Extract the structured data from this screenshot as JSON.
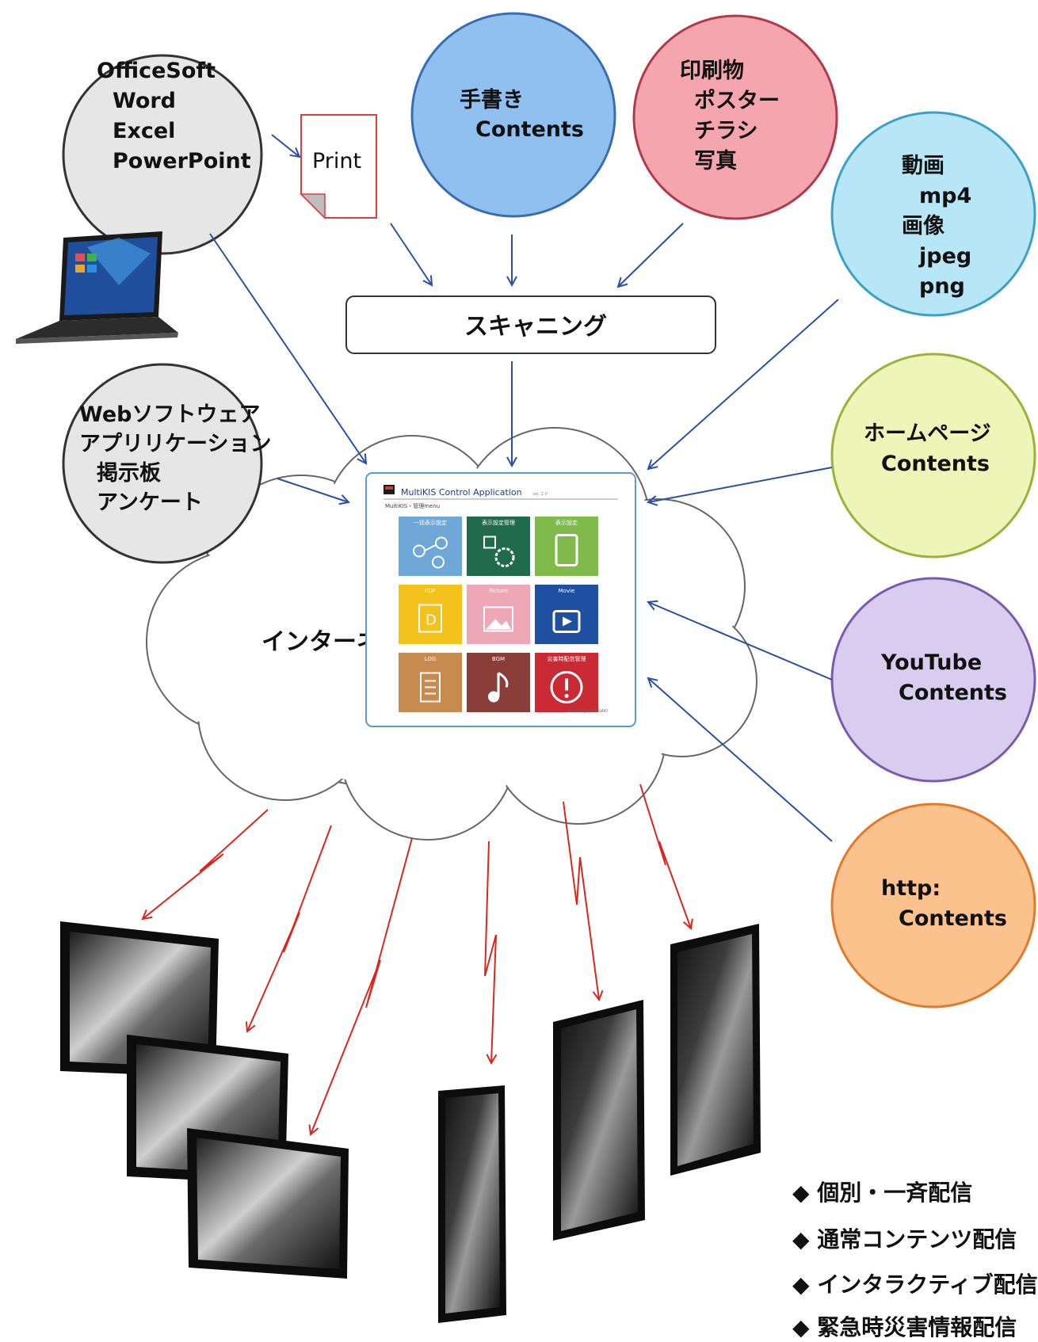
{
  "sources": {
    "office": {
      "lines": [
        "OfficeSoft",
        "Word",
        "Excel",
        "PowerPoint"
      ],
      "color": "#e6e6e6"
    },
    "handwriting": {
      "lines": [
        "手書き",
        "Contents"
      ],
      "color": "#8fc0ef"
    },
    "print_media": {
      "lines": [
        "印刷物",
        "ポスター",
        "チラシ",
        "写真"
      ],
      "color": "#f4a5ad"
    },
    "video_image": {
      "lines": [
        "動画",
        "mp4",
        "画像",
        "jpeg",
        "png"
      ],
      "color": "#b7e6f6"
    },
    "web_apps": {
      "lines": [
        "Webソフトウェア",
        "アプリリケーション",
        "掲示板",
        "アンケート"
      ],
      "color": "#e6e6e6"
    },
    "homepage": {
      "lines": [
        "ホームページ",
        "Contents"
      ],
      "color": "#edf5b9"
    },
    "youtube": {
      "lines": [
        "YouTube",
        "Contents"
      ],
      "color": "#d8ccef"
    },
    "http": {
      "lines": [
        "http:",
        "Contents"
      ],
      "color": "#fbc28d"
    }
  },
  "print_doc_label": "Print",
  "scanning_label": "スキャニング",
  "internet_label": "インターネット",
  "app_window": {
    "title": "MultiKIS  Control  Application",
    "version": "ver. 2.0",
    "menu_label": "MultiKIS・管理menu",
    "tiles": [
      {
        "label": "一括表示設定",
        "color": "#6fa7d8",
        "icon": "network-icon"
      },
      {
        "label": "表示設定管理",
        "color": "#1f6b4c",
        "icon": "settings-check-icon"
      },
      {
        "label": "表示設定",
        "color": "#7fba4a",
        "icon": "tablet-icon"
      },
      {
        "label": "PDF",
        "color": "#f4c21c",
        "icon": "document-icon"
      },
      {
        "label": "Picture",
        "color": "#eda7b6",
        "icon": "picture-icon"
      },
      {
        "label": "Movie",
        "color": "#1f4fa0",
        "icon": "tv-icon"
      },
      {
        "label": "LOG",
        "color": "#c78a4f",
        "icon": "log-icon"
      },
      {
        "label": "BGM",
        "color": "#8a3e3a",
        "icon": "music-icon"
      },
      {
        "label": "災害時配信管理",
        "color": "#c92a34",
        "icon": "alert-icon"
      }
    ],
    "footer": "MultiKIS@NISHIGAKI"
  },
  "features": [
    "◆ 個別・一斉配信",
    "◆ 通常コンテンツ配信",
    "◆ インタラクティブ配信",
    "◆ 緊急時災害情報配信"
  ],
  "arrow_colors": {
    "input": "#2b4fa6",
    "output": "#d8281e"
  }
}
